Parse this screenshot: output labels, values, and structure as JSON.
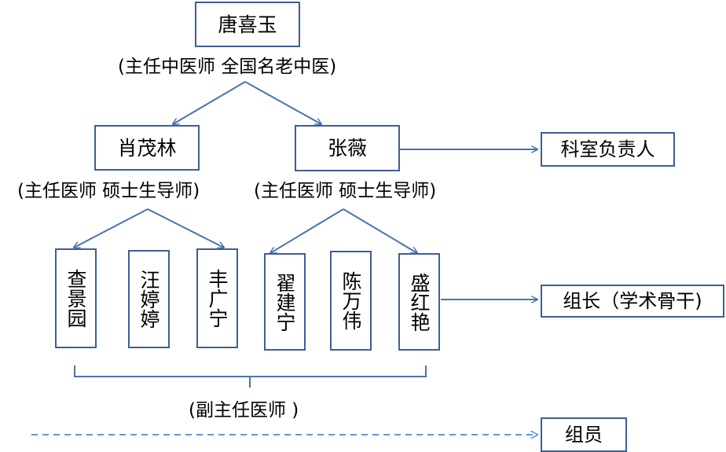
{
  "colors": {
    "line": "#4a72b0",
    "dashed_line": "#5b9bd5",
    "box_border": "#3d5f94",
    "text": "#000000"
  },
  "top": {
    "name": "唐喜玉",
    "title": "(主任中医师 全国名老中医)"
  },
  "level2": [
    {
      "name": "肖茂林",
      "title": "(主任医师 硕士生导师)"
    },
    {
      "name": "张薇",
      "title": "(主任医师 硕士生导师)"
    }
  ],
  "members": [
    "查景园",
    "汪婷婷",
    "丰广宁",
    "翟建宁",
    "陈万伟",
    "盛红艳"
  ],
  "members_title": "(副主任医师 )",
  "legend": {
    "head": "科室负责人",
    "leader": "组长（学术骨干)",
    "member": "组员"
  }
}
